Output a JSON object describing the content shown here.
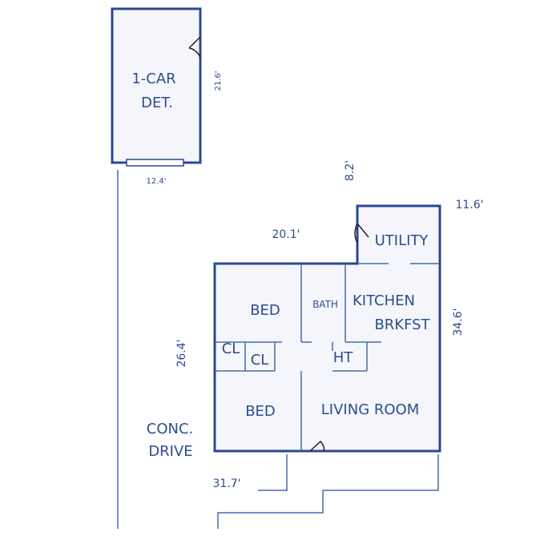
{
  "colors": {
    "wall": "#2b4795",
    "fill": "#f4f6fb",
    "inner": "#4a6aab",
    "text": "#2e4d8f",
    "door": "#222222"
  },
  "garage": {
    "label_line1": "1-CAR",
    "label_line2": "DET.",
    "depth": "21.6'",
    "width": "12.4'"
  },
  "house": {
    "rooms": {
      "utility": "UTILITY",
      "bed_top": "BED",
      "bath": "BATH",
      "kitchen": "KITCHEN",
      "breakfast": "BRKFST",
      "closet_1": "CL",
      "closet_2": "CL",
      "ht": "HT",
      "bed_bottom": "BED",
      "living_room": "LIVING ROOM"
    },
    "dimensions": {
      "utility_depth": "8.2'",
      "utility_width": "11.6'",
      "top_width": "20.1'",
      "left_depth": "26.4'",
      "right_depth": "34.6'",
      "bottom_width": "31.7'"
    }
  },
  "site": {
    "drive_line1": "CONC.",
    "drive_line2": "DRIVE"
  }
}
